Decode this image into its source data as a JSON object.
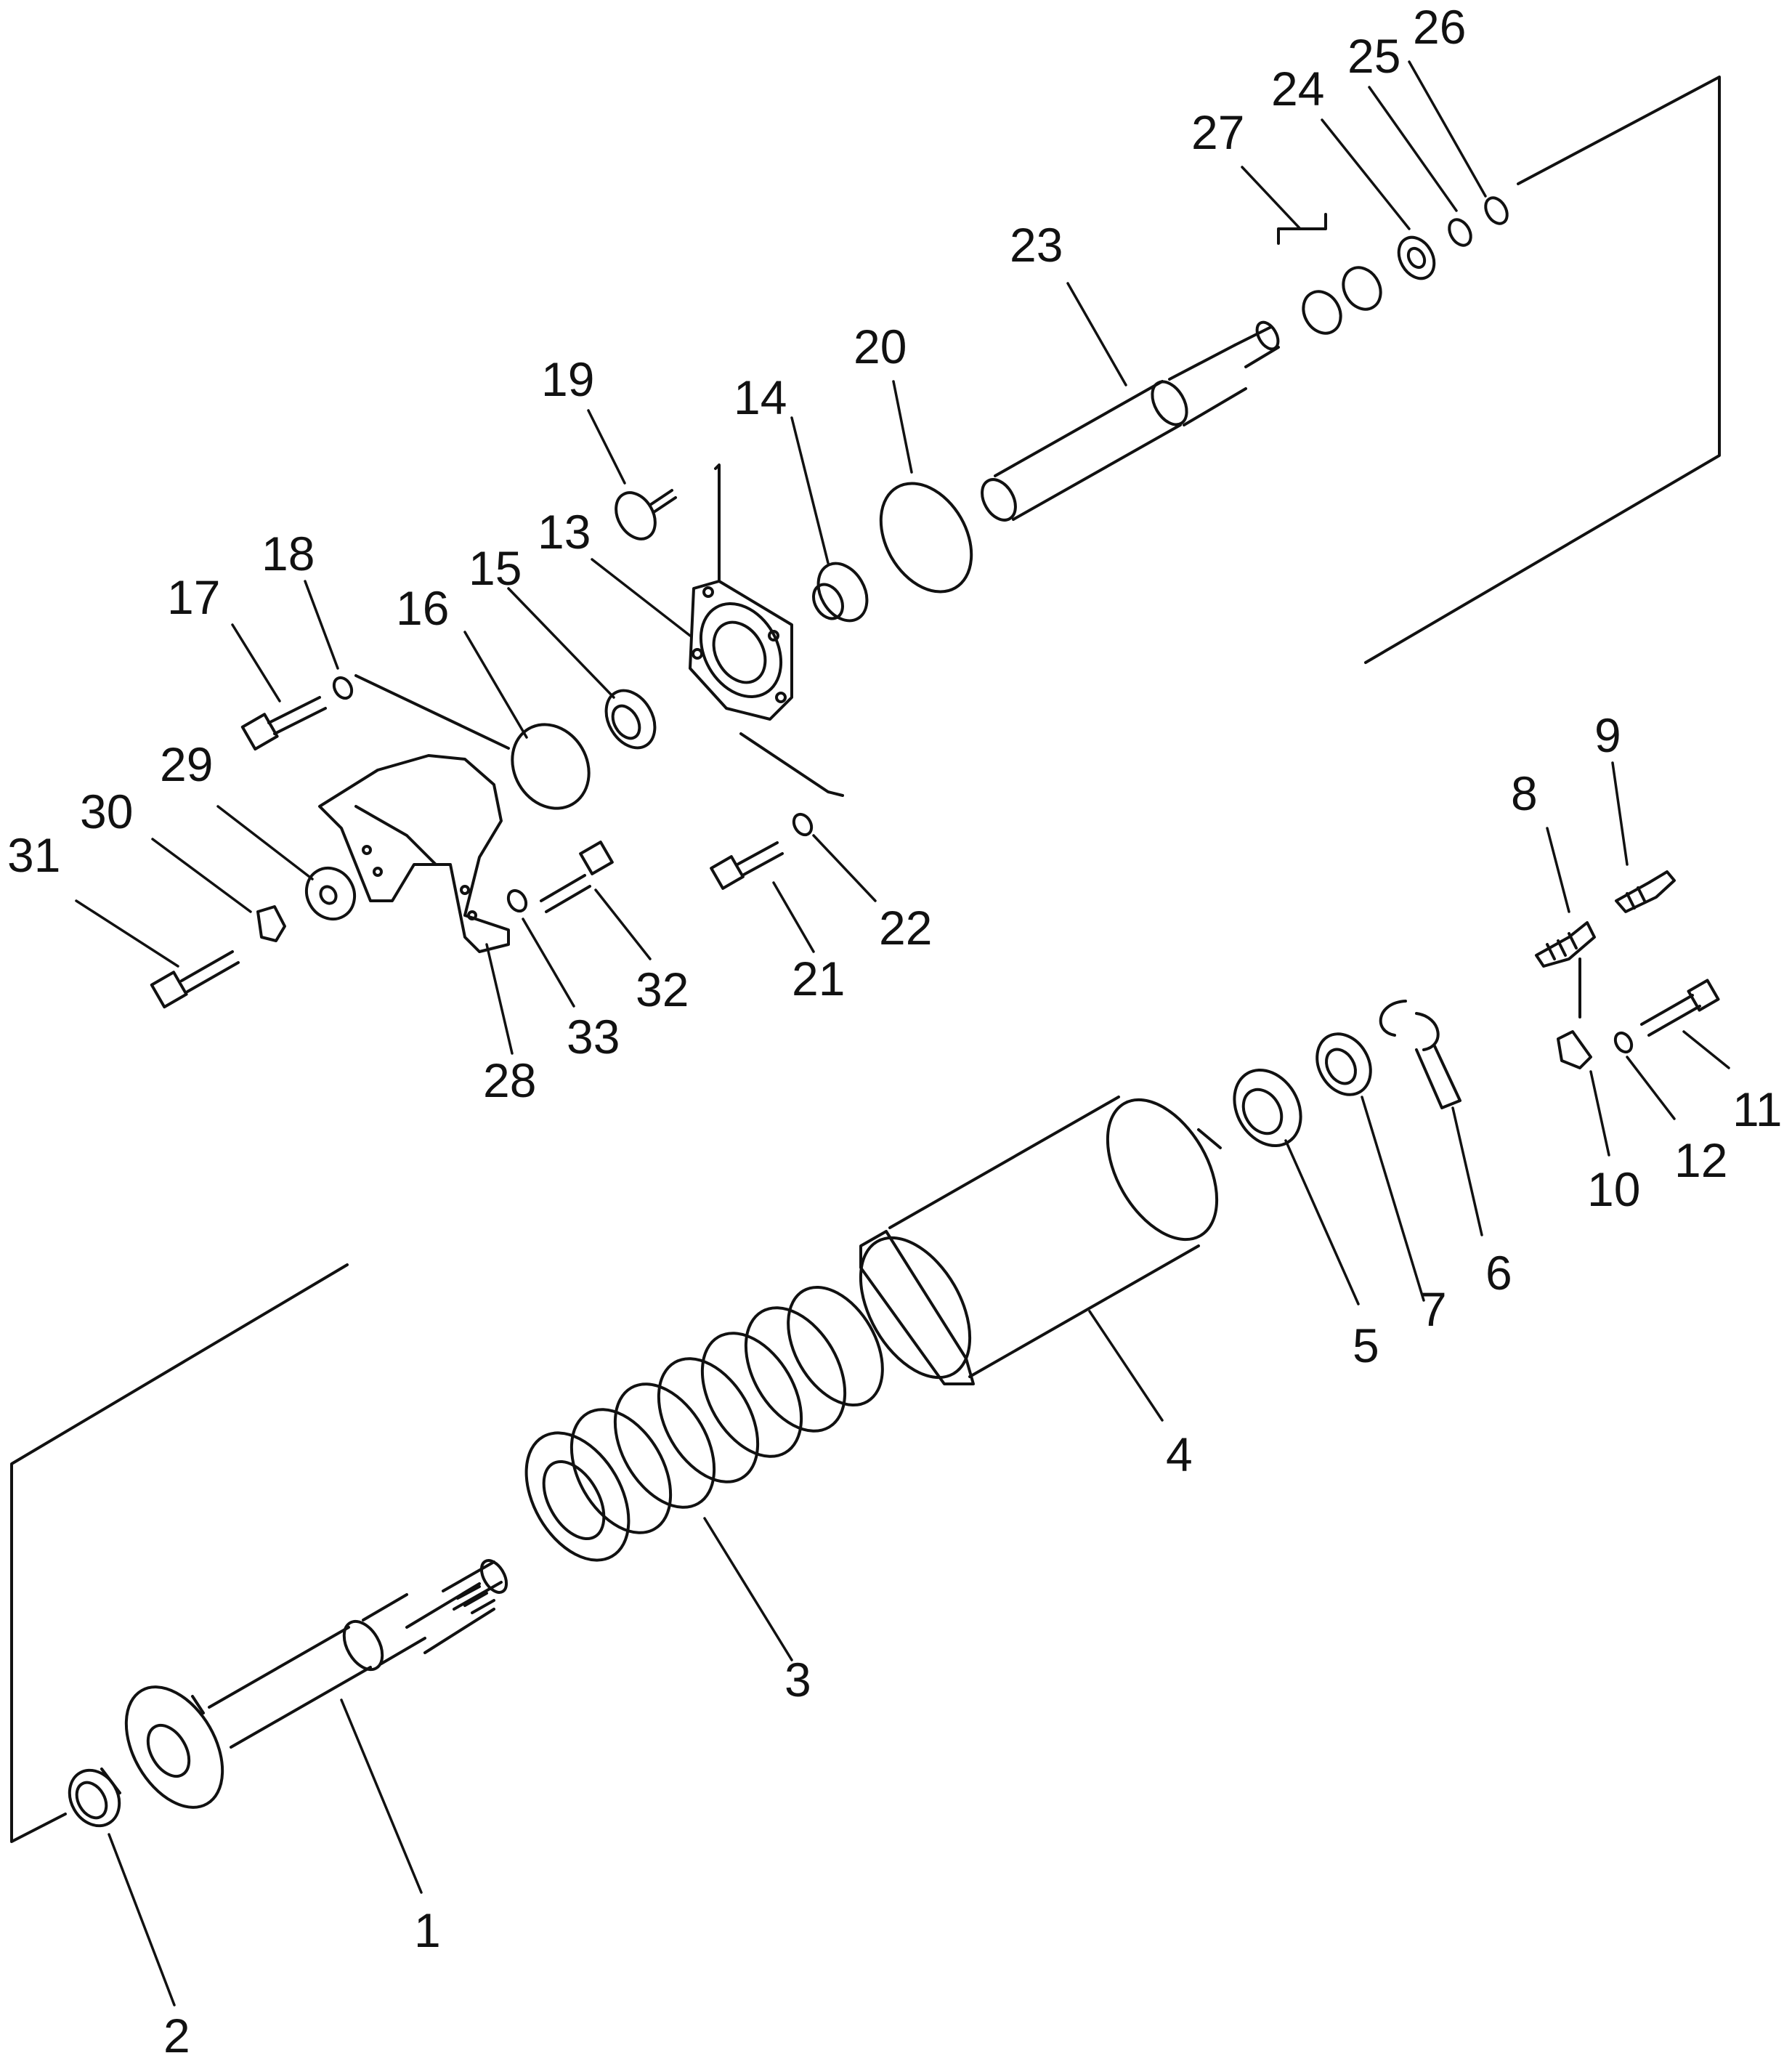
{
  "colors": {
    "ink": "#111111",
    "paper": "#ffffff"
  },
  "callouts": [
    {
      "n": "1"
    },
    {
      "n": "2"
    },
    {
      "n": "3"
    },
    {
      "n": "4"
    },
    {
      "n": "5"
    },
    {
      "n": "6"
    },
    {
      "n": "7"
    },
    {
      "n": "8"
    },
    {
      "n": "9"
    },
    {
      "n": "10"
    },
    {
      "n": "11"
    },
    {
      "n": "12"
    },
    {
      "n": "13"
    },
    {
      "n": "14"
    },
    {
      "n": "15"
    },
    {
      "n": "16"
    },
    {
      "n": "17"
    },
    {
      "n": "18"
    },
    {
      "n": "19"
    },
    {
      "n": "20"
    },
    {
      "n": "21"
    },
    {
      "n": "22"
    },
    {
      "n": "23"
    },
    {
      "n": "24"
    },
    {
      "n": "25"
    },
    {
      "n": "26"
    },
    {
      "n": "27"
    },
    {
      "n": "28"
    },
    {
      "n": "29"
    },
    {
      "n": "30"
    },
    {
      "n": "31"
    },
    {
      "n": "32"
    },
    {
      "n": "33"
    }
  ]
}
